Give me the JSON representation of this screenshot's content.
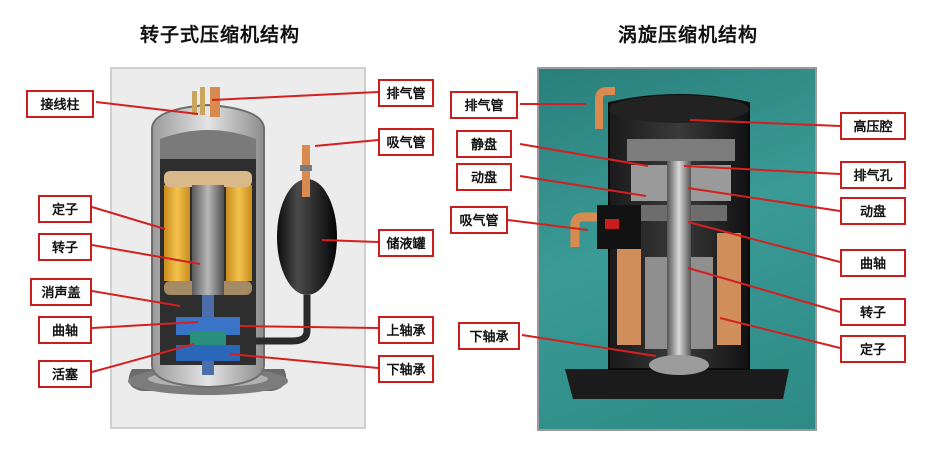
{
  "titles": {
    "left": "转子式压缩机结构",
    "right": "涡旋压缩机结构"
  },
  "left_labels": {
    "terminal": "接线柱",
    "discharge_pipe": "排气管",
    "suction_pipe": "吸气管",
    "stator": "定子",
    "rotor": "转子",
    "accumulator": "储液罐",
    "muffler_cover": "消声盖",
    "crankshaft": "曲轴",
    "upper_bearing": "上轴承",
    "piston": "活塞",
    "lower_bearing": "下轴承"
  },
  "right_labels": {
    "discharge_pipe": "排气管",
    "fixed_scroll": "静盘",
    "orbiting_scroll_left": "动盘",
    "suction_pipe": "吸气管",
    "lower_bearing": "下轴承",
    "high_pressure_chamber": "高压腔",
    "discharge_hole": "排气孔",
    "orbiting_scroll_right": "动盘",
    "crankshaft": "曲轴",
    "rotor": "转子",
    "stator": "定子"
  },
  "colors": {
    "label_border": "#c81e1e",
    "leader_line": "#d42020",
    "right_background": "#2d8a86",
    "coil": "#e8b33a",
    "copper": "#d98a4e"
  }
}
